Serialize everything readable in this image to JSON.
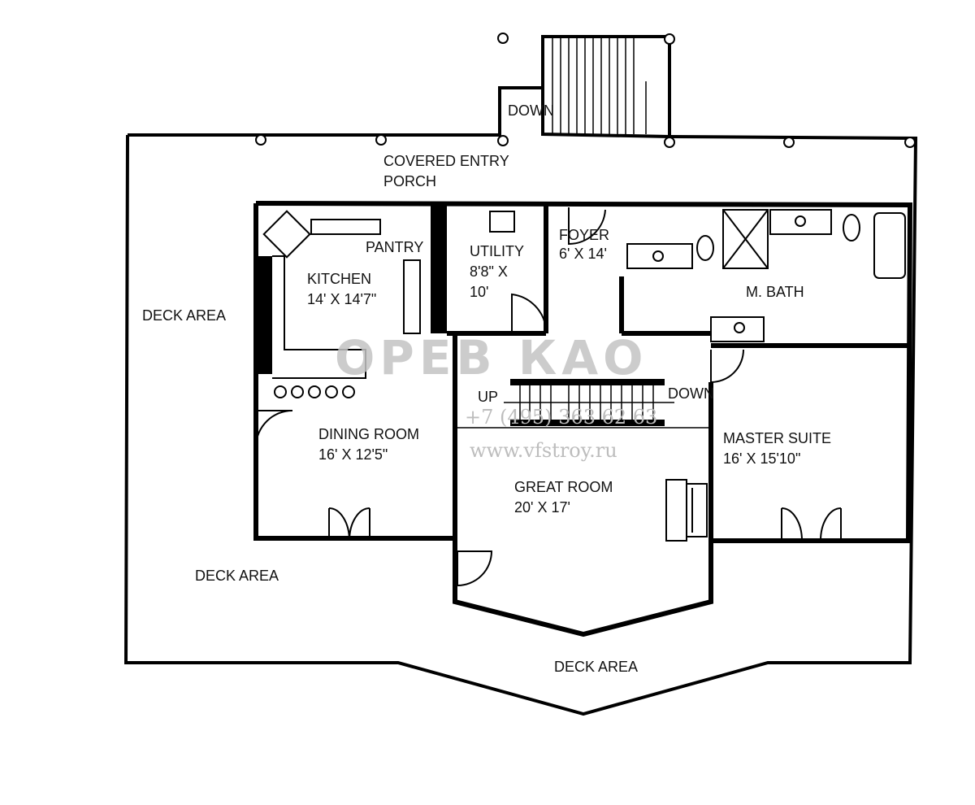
{
  "title": "Floor plan",
  "rooms": {
    "porch": [
      "COVERED ENTRY",
      "PORCH"
    ],
    "down_top": "DOWN",
    "kitchen": {
      "name": "KITCHEN",
      "size": "14' X 14'7\""
    },
    "pantry": "PANTRY",
    "utility": {
      "name": "UTILITY",
      "size1": "8'8\" X",
      "size2": "10'"
    },
    "foyer": {
      "name": "FOYER",
      "size": "6' X 14'"
    },
    "mbath": "M. BATH",
    "dining": {
      "name": "DINING ROOM",
      "size": "16' X 12'5\""
    },
    "great": {
      "name": "GREAT ROOM",
      "size": "20' X 17'"
    },
    "master": {
      "name": "MASTER SUITE",
      "size": "16' X 15'10\""
    },
    "stair_up": "UP",
    "stair_down": "DOWN",
    "deck_left": "DECK AREA",
    "deck_lower_left": "DECK AREA",
    "deck_bottom": "DECK AREA"
  },
  "watermark": {
    "logo": "ОРЕВ КАО",
    "phone": "+7 (495) 363 62 63",
    "url": "www.vfstroy.ru"
  }
}
